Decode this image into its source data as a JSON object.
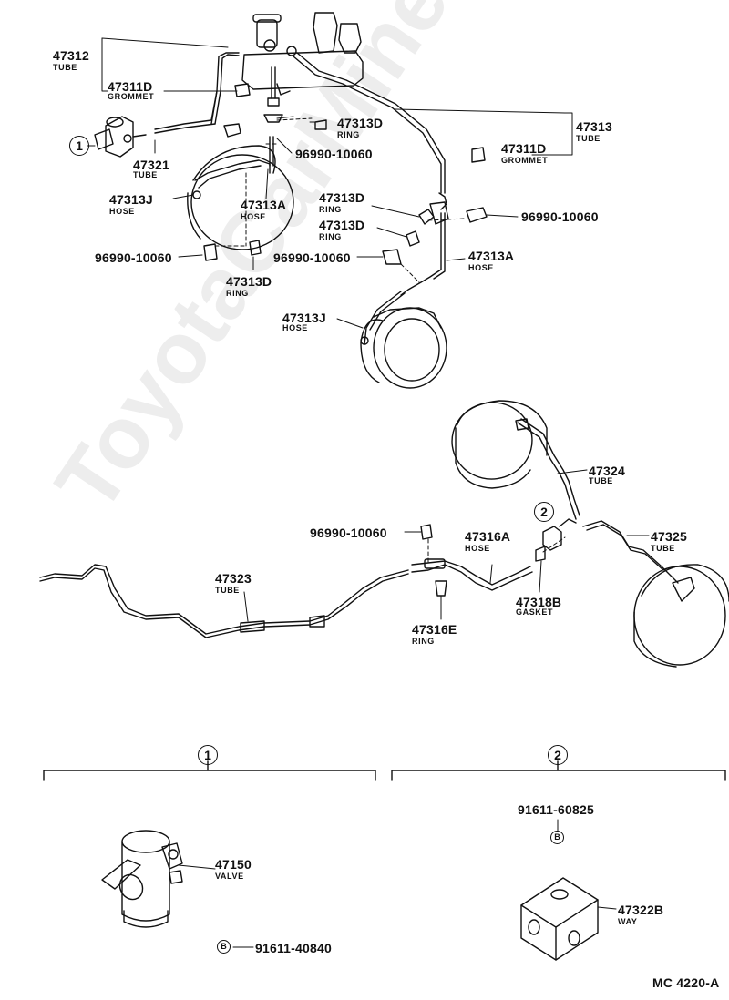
{
  "watermark": "ToyotaCarMine.ru",
  "drawing_code": "MC 4220-A",
  "callouts": {
    "p47312": {
      "num": "47312",
      "sub": "TUBE"
    },
    "p47311d_a": {
      "num": "47311D",
      "sub": "GROMMET"
    },
    "p47313d_a": {
      "num": "47313D",
      "sub": "RING"
    },
    "p47313": {
      "num": "47313",
      "sub": "TUBE"
    },
    "p96990_a": {
      "num": "96990-10060"
    },
    "p47311d_b": {
      "num": "47311D",
      "sub": "GROMMET"
    },
    "p47321": {
      "num": "47321",
      "sub": "TUBE"
    },
    "p47313j_a": {
      "num": "47313J",
      "sub": "HOSE"
    },
    "p47313a_a": {
      "num": "47313A",
      "sub": "HOSE"
    },
    "p47313d_b": {
      "num": "47313D",
      "sub": "RING"
    },
    "p96990_b": {
      "num": "96990-10060"
    },
    "p47313d_c": {
      "num": "47313D",
      "sub": "RING"
    },
    "p96990_c": {
      "num": "96990-10060"
    },
    "p47313a_b": {
      "num": "47313A",
      "sub": "HOSE"
    },
    "p96990_d": {
      "num": "96990-10060"
    },
    "p47313d_d": {
      "num": "47313D",
      "sub": "RING"
    },
    "p47313j_b": {
      "num": "47313J",
      "sub": "HOSE"
    },
    "p47324": {
      "num": "47324",
      "sub": "TUBE"
    },
    "p96990_e": {
      "num": "96990-10060"
    },
    "p47316a": {
      "num": "47316A",
      "sub": "HOSE"
    },
    "p47325": {
      "num": "47325",
      "sub": "TUBE"
    },
    "p47323": {
      "num": "47323",
      "sub": "TUBE"
    },
    "p47318b": {
      "num": "47318B",
      "sub": "GASKET"
    },
    "p47316e": {
      "num": "47316E",
      "sub": "RING"
    },
    "p47150": {
      "num": "47150",
      "sub": "VALVE"
    },
    "p91611_40840": {
      "num": "91611-40840"
    },
    "p91611_60825": {
      "num": "91611-60825"
    },
    "p47322b": {
      "num": "47322B",
      "sub": "WAY"
    }
  },
  "markers": {
    "circle_1": "1",
    "circle_2": "2",
    "section_1": "1",
    "section_2": "2",
    "b_mark": "B"
  }
}
